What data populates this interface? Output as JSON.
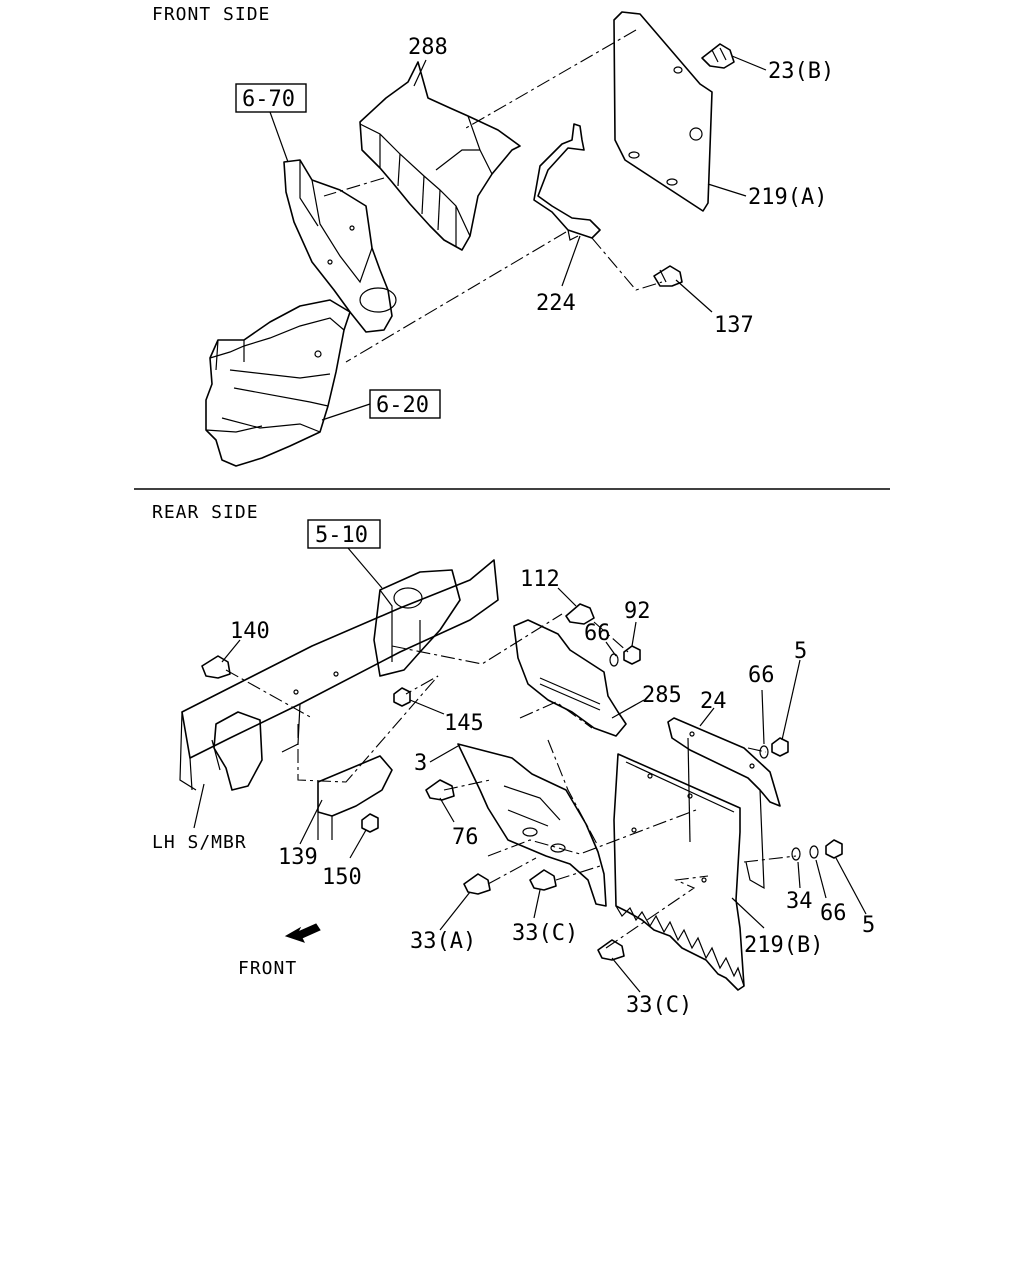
{
  "sections": {
    "front": "FRONT SIDE",
    "rear": "REAR SIDE"
  },
  "refs": {
    "r670": "6-70",
    "r620": "6-20",
    "r510": "5-10"
  },
  "front_callouts": {
    "c288": "288",
    "c23b": "23(B)",
    "c219a": "219(A)",
    "c224": "224",
    "c137": "137"
  },
  "rear_callouts": {
    "c112": "112",
    "c92": "92",
    "c66a": "66",
    "c140": "140",
    "c285": "285",
    "c24": "24",
    "c66b": "66",
    "c5a": "5",
    "c145": "145",
    "c3": "3",
    "c76": "76",
    "c139": "139",
    "c150": "150",
    "c33a": "33(A)",
    "c33c1": "33(C)",
    "c219b": "219(B)",
    "c34": "34",
    "c66c": "66",
    "c5b": "5",
    "c33c2": "33(C)",
    "lh_smbr": "LH S/MBR",
    "front_arrow": "FRONT"
  }
}
